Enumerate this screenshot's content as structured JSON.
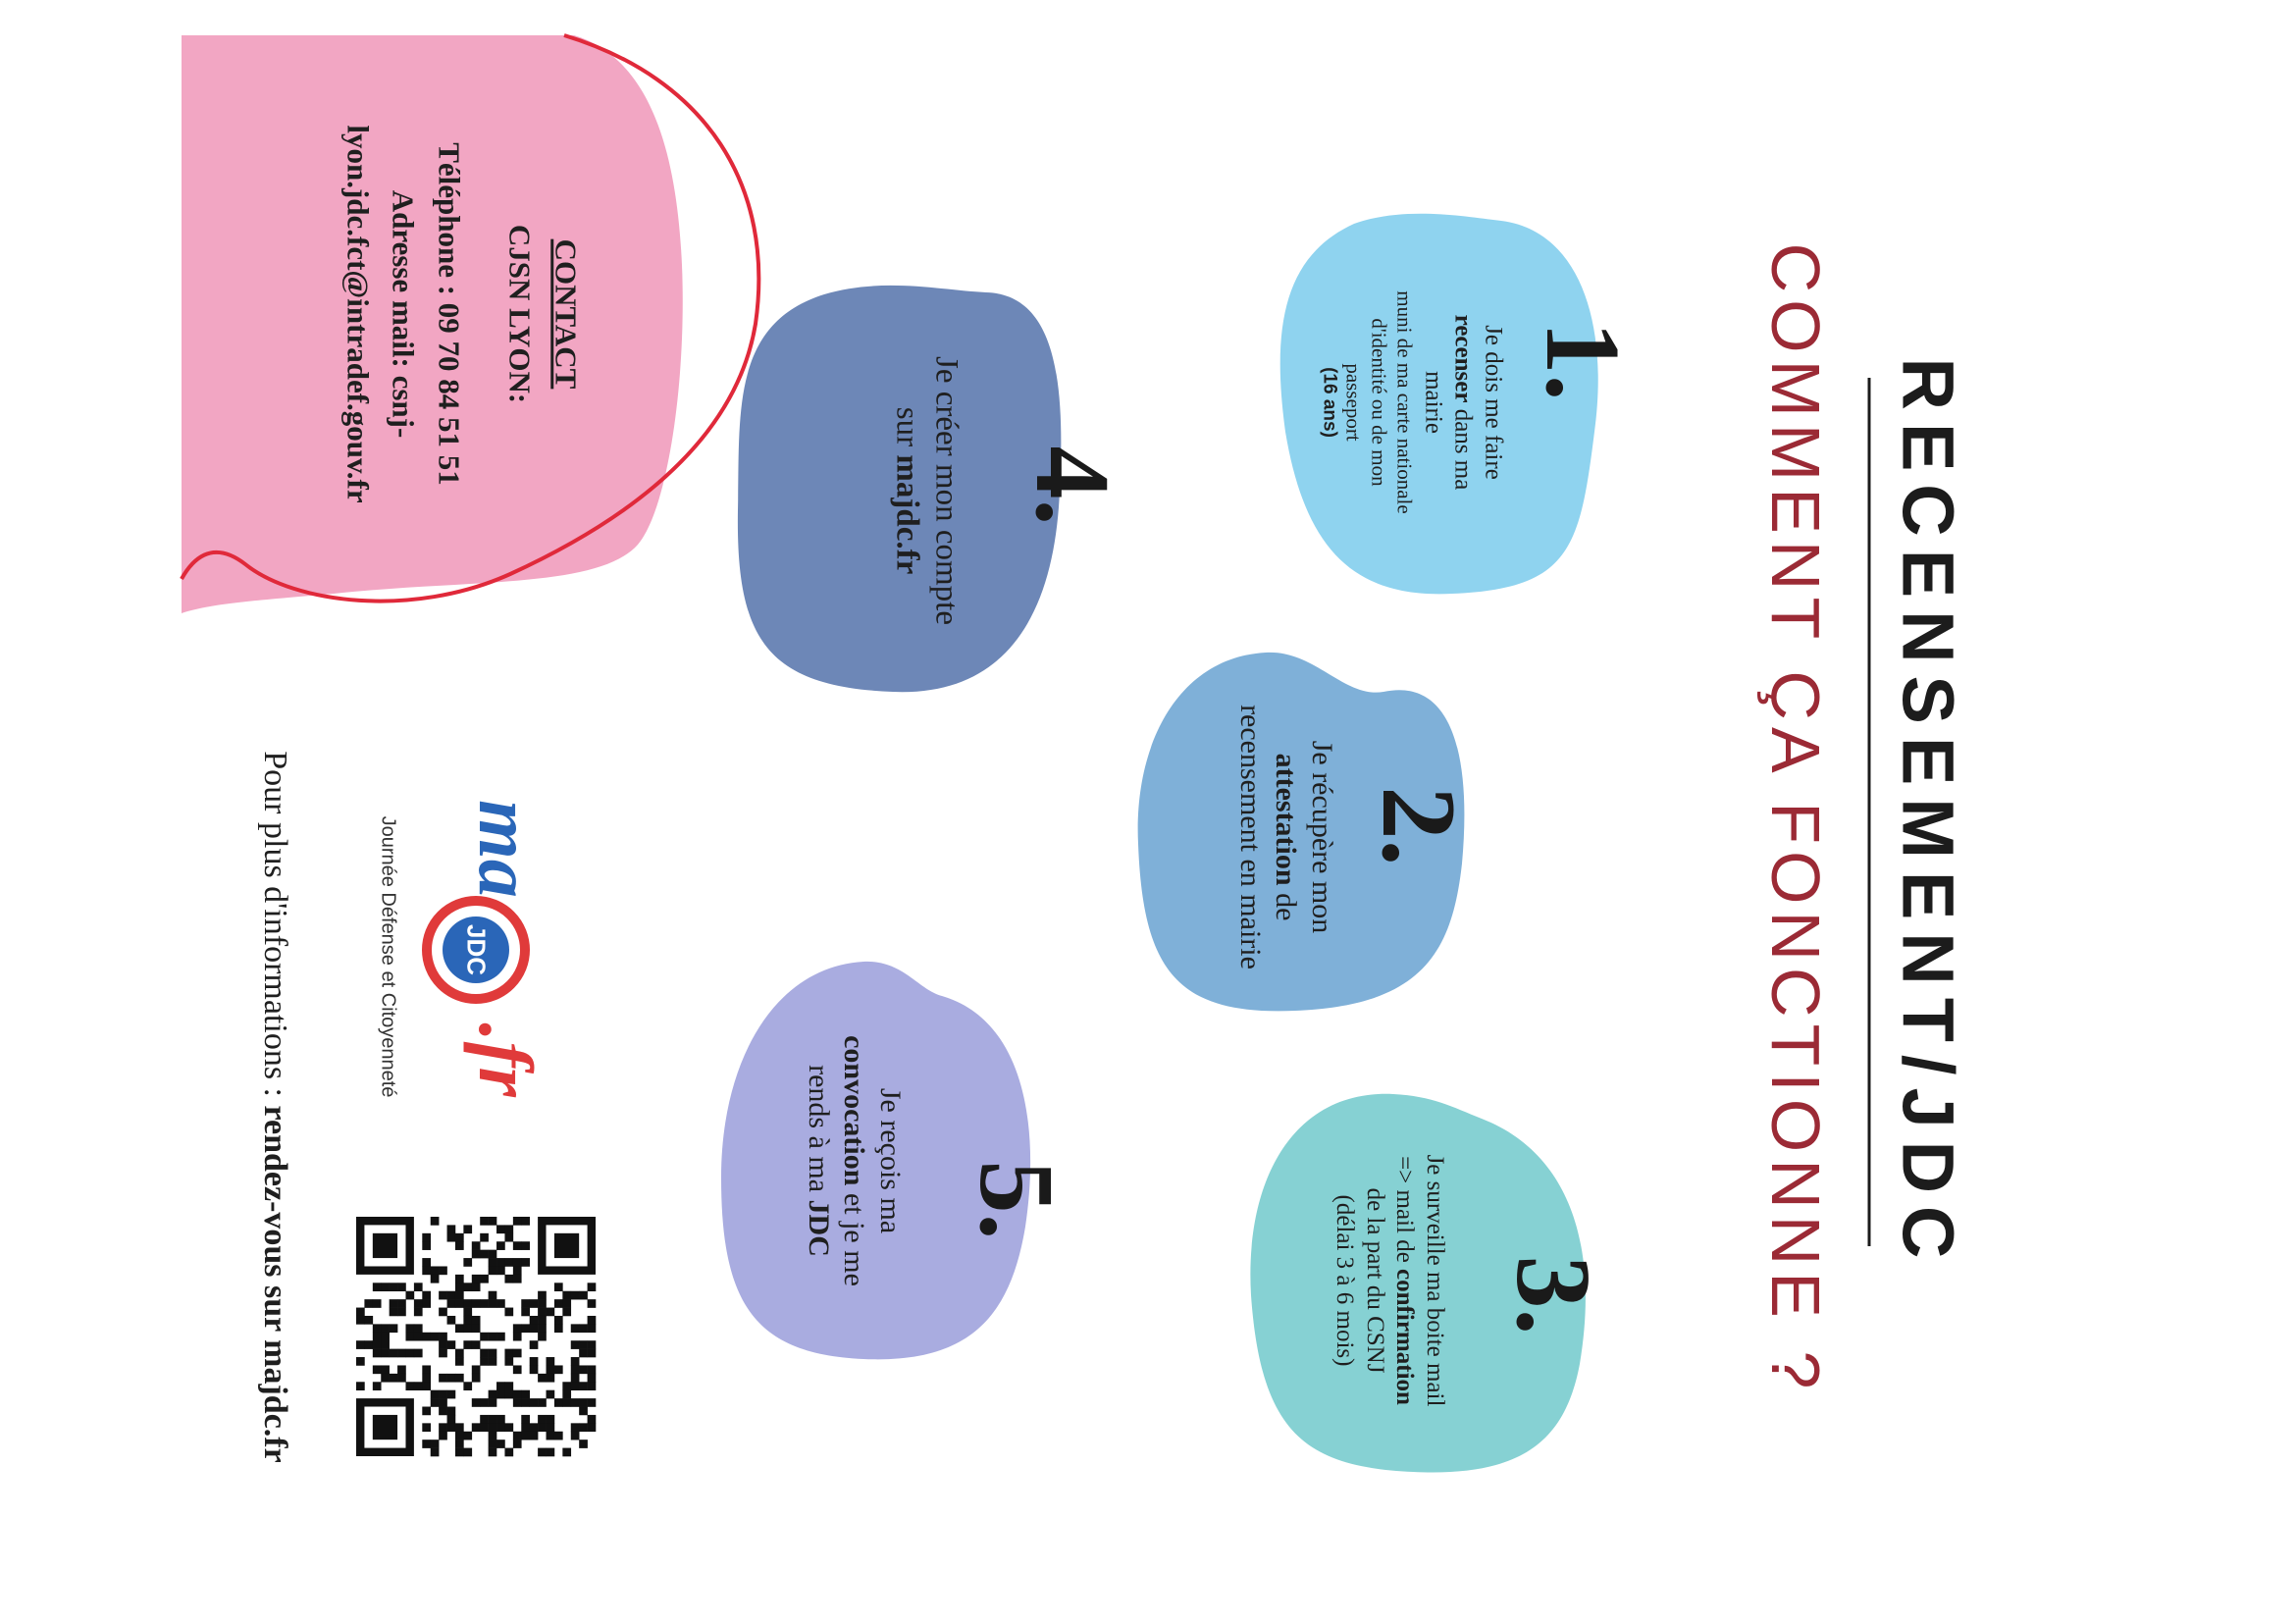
{
  "title": {
    "main": "RECENSEMENT/JDC",
    "subtitle": "COMMENT ÇA FONCTIONNE ?"
  },
  "steps": [
    {
      "number": "1.",
      "lines": [
        "Je dois me faire",
        "recenser dans ma",
        "mairie",
        "muni de ma carte nationale",
        "d'identité ou de mon",
        "passeport",
        "(16 ans)"
      ],
      "color": "#8fd3ef"
    },
    {
      "number": "2.",
      "lines": [
        "Je récupère mon",
        "attestation de",
        "recensement en mairie"
      ],
      "color": "#7fb0d8"
    },
    {
      "number": "3.",
      "lines": [
        "Je surveille ma boite mail",
        "=> mail de confirmation",
        "de la part du CSNJ",
        "(délai 3 à 6 mois)"
      ],
      "color": "#86d1d3"
    },
    {
      "number": "4.",
      "lines": [
        "Je créer mon compte",
        "sur majdc.fr"
      ],
      "color": "#6d87b7"
    },
    {
      "number": "5.",
      "lines": [
        "Je reçois ma",
        "convocation et je me",
        "rends à ma JDC"
      ],
      "color": "#a9ace0"
    }
  ],
  "contact": {
    "heading": "CONTACT",
    "org": "CJSN LYON:",
    "phone": "Téléphone : 09 70 84 51 51",
    "email_label": "Adresse mail: csnj-",
    "email_rest": "lyon.jdc.fct@intradef.gouv.fr",
    "color": "#f2a6c3"
  },
  "logo": {
    "left": "ma",
    "mid": "JDC",
    "right": ".fr",
    "caption": "Journée Défense et Citoyenneté"
  },
  "footer": {
    "prefix": "Pour plus d'informations : ",
    "link": "rendez-vous sur majdc.fr"
  },
  "colors": {
    "accent_red": "#e0293a",
    "subtitle": "#9b2a35",
    "logo_blue": "#2a66b8",
    "logo_red": "#e03a3a"
  }
}
